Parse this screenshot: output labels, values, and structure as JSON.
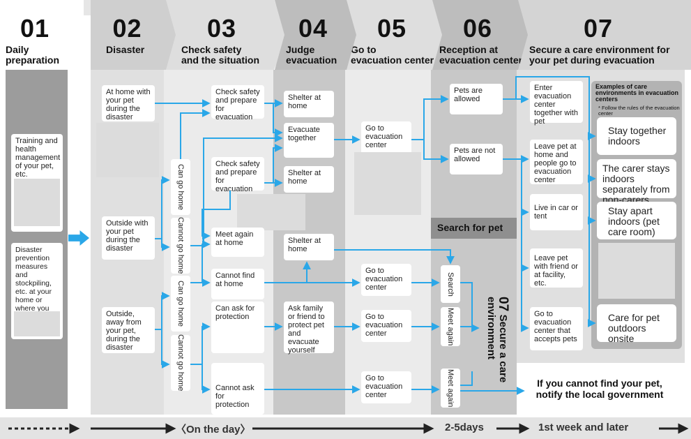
{
  "steps": [
    {
      "num": "01",
      "title": "Daily\npreparation"
    },
    {
      "num": "02",
      "title": "Disaster"
    },
    {
      "num": "03",
      "title": "Check safety\nand the situation"
    },
    {
      "num": "04",
      "title": "Judge\nevacuation"
    },
    {
      "num": "05",
      "title": "Go to\nevacuation center"
    },
    {
      "num": "06",
      "title": "Reception at\nevacuation center"
    },
    {
      "num": "07",
      "title": "Secure a care environment for\nyour pet during evacuation"
    }
  ],
  "col01": {
    "training": "Training and health management of your pet, etc.",
    "disaster_prep": "Disaster prevention measures and stockpiling, etc. at your home or where you keep your pet"
  },
  "col02": {
    "at_home": "At home with your pet during the disaster",
    "outside": "Outside with your pet during the disaster",
    "away": "Outside, away from your pet, during the disaster",
    "can_go_home_1": "Can go home",
    "cannot_go_home_1": "Cannot go home",
    "can_go_home_2": "Can go home",
    "cannot_go_home_2": "Cannot go home"
  },
  "col03": {
    "check1": "Check safety and prepare for evacuation",
    "check2": "Check safety and prepare for evacuation",
    "meet": "Meet again at home",
    "cannot_find": "Cannot find at home",
    "can_ask": "Can ask for protection",
    "cannot_ask": "Cannot ask for protection"
  },
  "col04": {
    "shelter1": "Shelter at home",
    "evac_together": "Evacuate together",
    "shelter2": "Shelter at home",
    "shelter3": "Shelter at home",
    "ask_family": "Ask family or friend to protect pet and evacuate yourself"
  },
  "col05": {
    "go1": "Go to evacuation center",
    "go2": "Go to evacuation center",
    "go3": "Go to evacuation center",
    "go4": "Go to evacuation center"
  },
  "col06": {
    "allowed": "Pets are allowed",
    "not_allowed": "Pets are not allowed",
    "search_for_pet": "Search for pet",
    "search": "Search",
    "meet_again_1": "Meet again",
    "meet_again_2": "Meet again"
  },
  "col07": {
    "enter": "Enter evacuation center together with pet",
    "leave_home": "Leave pet at home and people go to evacuation center",
    "live_car": "Live in car or tent",
    "leave_friend": "Leave pet with friend or at facility, etc.",
    "go_accepts": "Go to evacuation center that accepts pets",
    "examples_title": "Examples of care environments in evacuation centers",
    "examples_note": "* Follow the rules of the evacuation center",
    "stay_together": "Stay together indoors",
    "carer_stays": "The carer stays indoors separately from non-carers",
    "stay_apart": "Stay apart indoors (pet care room)",
    "care_outdoors": "Care for pet outdoors onsite",
    "vertical_num": "07",
    "vertical_label": "Secure a care environment",
    "notify": "If you cannot find your pet, notify the local government"
  },
  "timeline": {
    "on_the_day": "〈On the day〉",
    "days": "2-5days",
    "week": "1st week and later"
  }
}
